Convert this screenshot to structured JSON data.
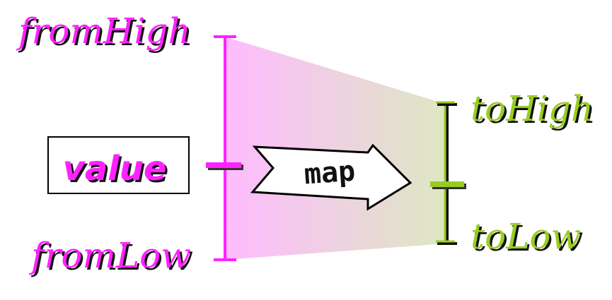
{
  "input_range": {
    "high_label": "fromHigh",
    "low_label": "fromLow",
    "value_label": "value",
    "color": "#ff22ff",
    "gradient_color": "#ffbbff"
  },
  "mapping": {
    "arrow_label": "map"
  },
  "output_range": {
    "high_label": "toHigh",
    "low_label": "toLow",
    "color": "#99cc22",
    "gradient_color": "#dde8c2"
  }
}
